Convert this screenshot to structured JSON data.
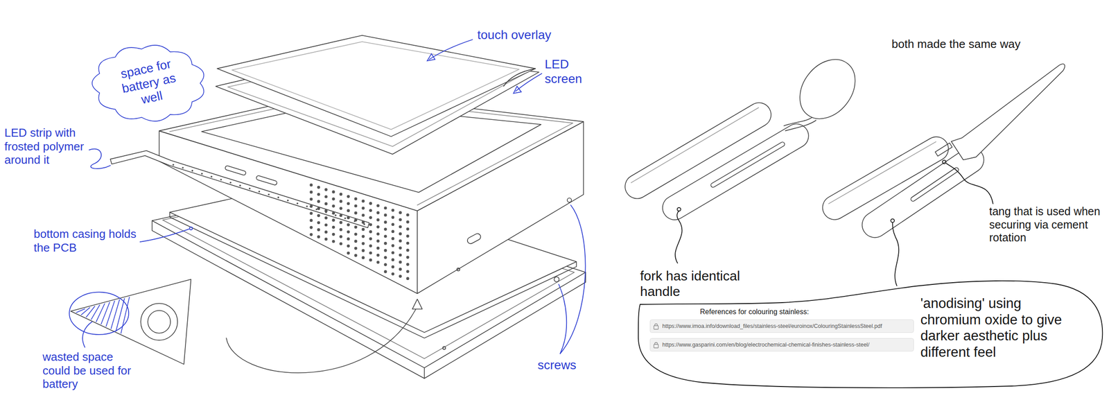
{
  "diagram": {
    "nodes": [
      {
        "text": [
          "space for battery as well"
        ]
      },
      {
        "text": [
          "fork has identical handle",
          "References for colouring stainless:",
          "'anodising' using chromium oxide to give darker aesthetic plus different feel"
        ]
      },
      {
        "text": [
          "https://www.imoa.info/download_files/stainless-steel/euroinox/ColouringStainlessSteel.pdf"
        ],
        "in": 1
      },
      {
        "text": [
          "https://www.gasparini.com/en/blog/electrochemical-chemical-finishes-stainless-steel/"
        ],
        "in": 1
      }
    ],
    "labels": [
      "touch overlay",
      "LED screen",
      "LED strip with frosted polymer around it",
      "bottom casing holds the PCB",
      "wasted space could be used for battery",
      "screws",
      "both made the same way",
      "tang that is used when securing via cement rotation"
    ]
  }
}
